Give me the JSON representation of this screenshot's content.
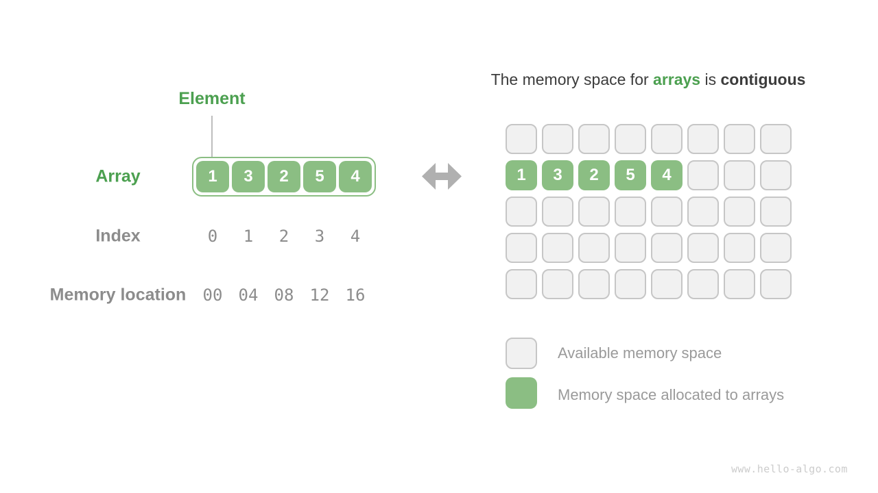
{
  "left_panel": {
    "element_label": "Element",
    "array_label": "Array",
    "array_values": [
      "1",
      "3",
      "2",
      "5",
      "4"
    ],
    "index_label": "Index",
    "index_values": [
      "0",
      "1",
      "2",
      "3",
      "4"
    ],
    "memory_label": "Memory location",
    "memory_values": [
      "00",
      "04",
      "08",
      "12",
      "16"
    ]
  },
  "arrow_icon": "left-right-arrow",
  "right_panel": {
    "title": {
      "pre": "The memory space for ",
      "highlight": "arrays",
      "mid": " is ",
      "emphasis": "contiguous"
    },
    "memory_grid": {
      "columns": 8,
      "rows": 5,
      "allocated_row": 1,
      "allocated_values": [
        "1",
        "3",
        "2",
        "5",
        "4"
      ]
    },
    "legend": [
      {
        "swatch": "available",
        "label": "Available memory space"
      },
      {
        "swatch": "allocated",
        "label": "Memory space allocated to arrays"
      }
    ]
  },
  "watermark": "www.hello-algo.com",
  "colors": {
    "green_text": "#4CA050",
    "green_fill": "#8BBE83",
    "cell_fill": "#F1F1F1",
    "cell_border": "#C6C6C6",
    "label_gray": "#8C8C8C",
    "legend_text": "#9A9A9A",
    "title_dark": "#3C3C3C",
    "arrow_gray": "#B0B0B0",
    "connector_gray": "#BDBDBD",
    "watermark_gray": "#CCCCCC"
  }
}
